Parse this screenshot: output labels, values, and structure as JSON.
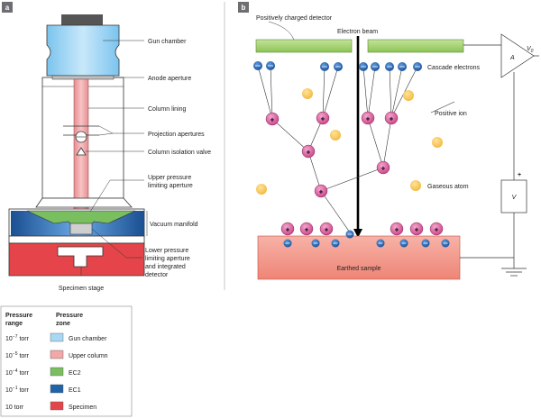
{
  "panel_a": {
    "letter": "a",
    "labels": {
      "gun_chamber": "Gun chamber",
      "anode_aperture": "Anode aperture",
      "column_lining": "Column lining",
      "projection_apertures": "Projection apertures",
      "column_isolation_valve": "Column isolation valve",
      "upper_pressure_1": "Upper pressure",
      "upper_pressure_2": "limiting aperture",
      "vacuum_manifold": "Vacuum manifold",
      "lower_pressure_1": "Lower pressure",
      "lower_pressure_2": "limiting aperture",
      "lower_pressure_3": "and integrated",
      "lower_pressure_4": "detector",
      "specimen_stage": "Specimen stage"
    }
  },
  "panel_b": {
    "letter": "b",
    "labels": {
      "positively_charged_detector": "Positively charged detector",
      "electron_beam": "Electron beam",
      "cascade_electrons": "Cascade electrons",
      "positive_ion": "Positive ion",
      "gaseous_atom": "Gaseous atom",
      "earthed_sample": "Earthed sample",
      "amplifier": "A",
      "output_v": "V",
      "output_sub": "0",
      "voltage_source": "V",
      "plus_sign": "+"
    }
  },
  "legend": {
    "header_range_1": "Pressure",
    "header_range_2": "range",
    "header_zone_1": "Pressure",
    "header_zone_2": "zone",
    "rows": [
      {
        "base": "10",
        "exp": "−7",
        "unit": "torr",
        "zone": "Gun chamber",
        "color": "#a8d8f4"
      },
      {
        "base": "10",
        "exp": "−5",
        "unit": "torr",
        "zone": "Upper column",
        "color": "#f2a7a9"
      },
      {
        "base": "10",
        "exp": "−4",
        "unit": "torr",
        "zone": "EC2",
        "color": "#79be5f"
      },
      {
        "base": "10",
        "exp": "−1",
        "unit": "torr",
        "zone": "EC1",
        "color": "#1f63a8"
      },
      {
        "base": "10",
        "exp": "",
        "unit": "torr",
        "zone": "Specimen",
        "color": "#e5454a"
      }
    ]
  },
  "colors": {
    "gun_chamber": "#a8d8f4",
    "upper_column": "#f2a7a9",
    "ec2": "#79be5f",
    "ec1": "#1f63a8",
    "specimen": "#e5454a",
    "detector_plate": "#a5d46f",
    "sample": "#f19a8f",
    "positive_ion": "#d65a9b",
    "electron": "#2b68b2",
    "gaseous_atom": "#f9cd63",
    "panel_tag": "#6d6e71"
  }
}
